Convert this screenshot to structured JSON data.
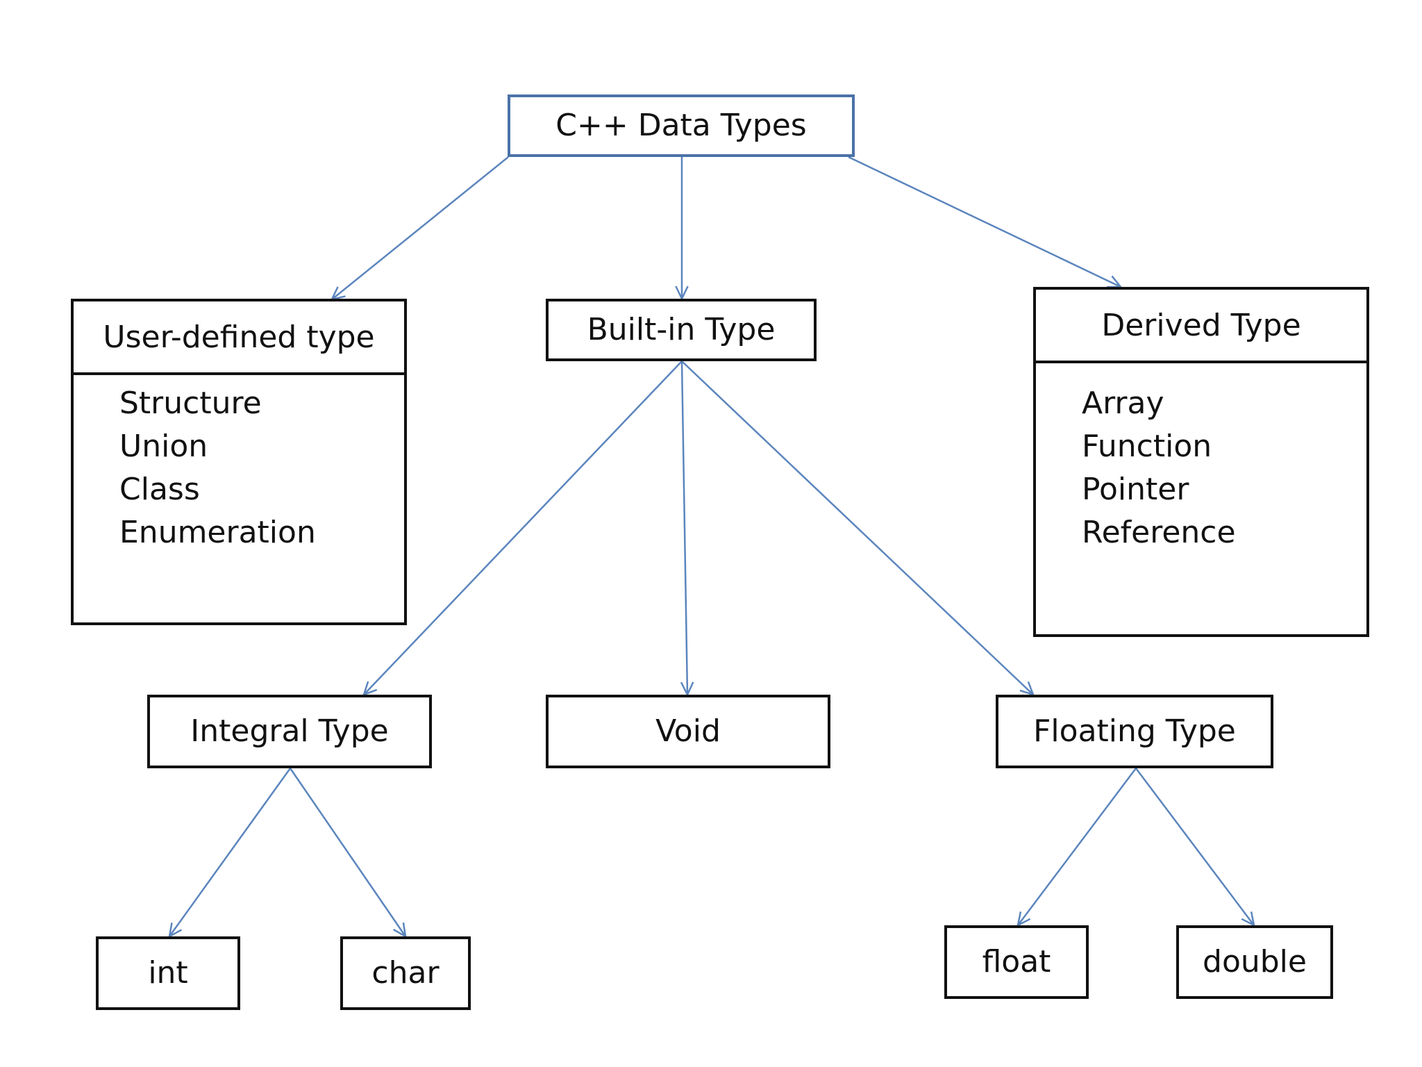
{
  "diagram": {
    "root": {
      "label": "C++ Data Types"
    },
    "user_defined": {
      "label": "User-defined type",
      "items": [
        "Structure",
        "Union",
        "Class",
        "Enumeration"
      ]
    },
    "built_in": {
      "label": "Built-in Type"
    },
    "derived": {
      "label": "Derived Type",
      "items": [
        "Array",
        "Function",
        "Pointer",
        "Reference"
      ]
    },
    "integral": {
      "label": "Integral Type"
    },
    "void": {
      "label": "Void"
    },
    "floating": {
      "label": "Floating Type"
    },
    "int": {
      "label": "int"
    },
    "char": {
      "label": "char"
    },
    "float": {
      "label": "float"
    },
    "double": {
      "label": "double"
    }
  },
  "colors": {
    "box_border": "#111111",
    "root_border": "#4a72a8",
    "connector": "#5b85bd",
    "text": "#111111"
  }
}
